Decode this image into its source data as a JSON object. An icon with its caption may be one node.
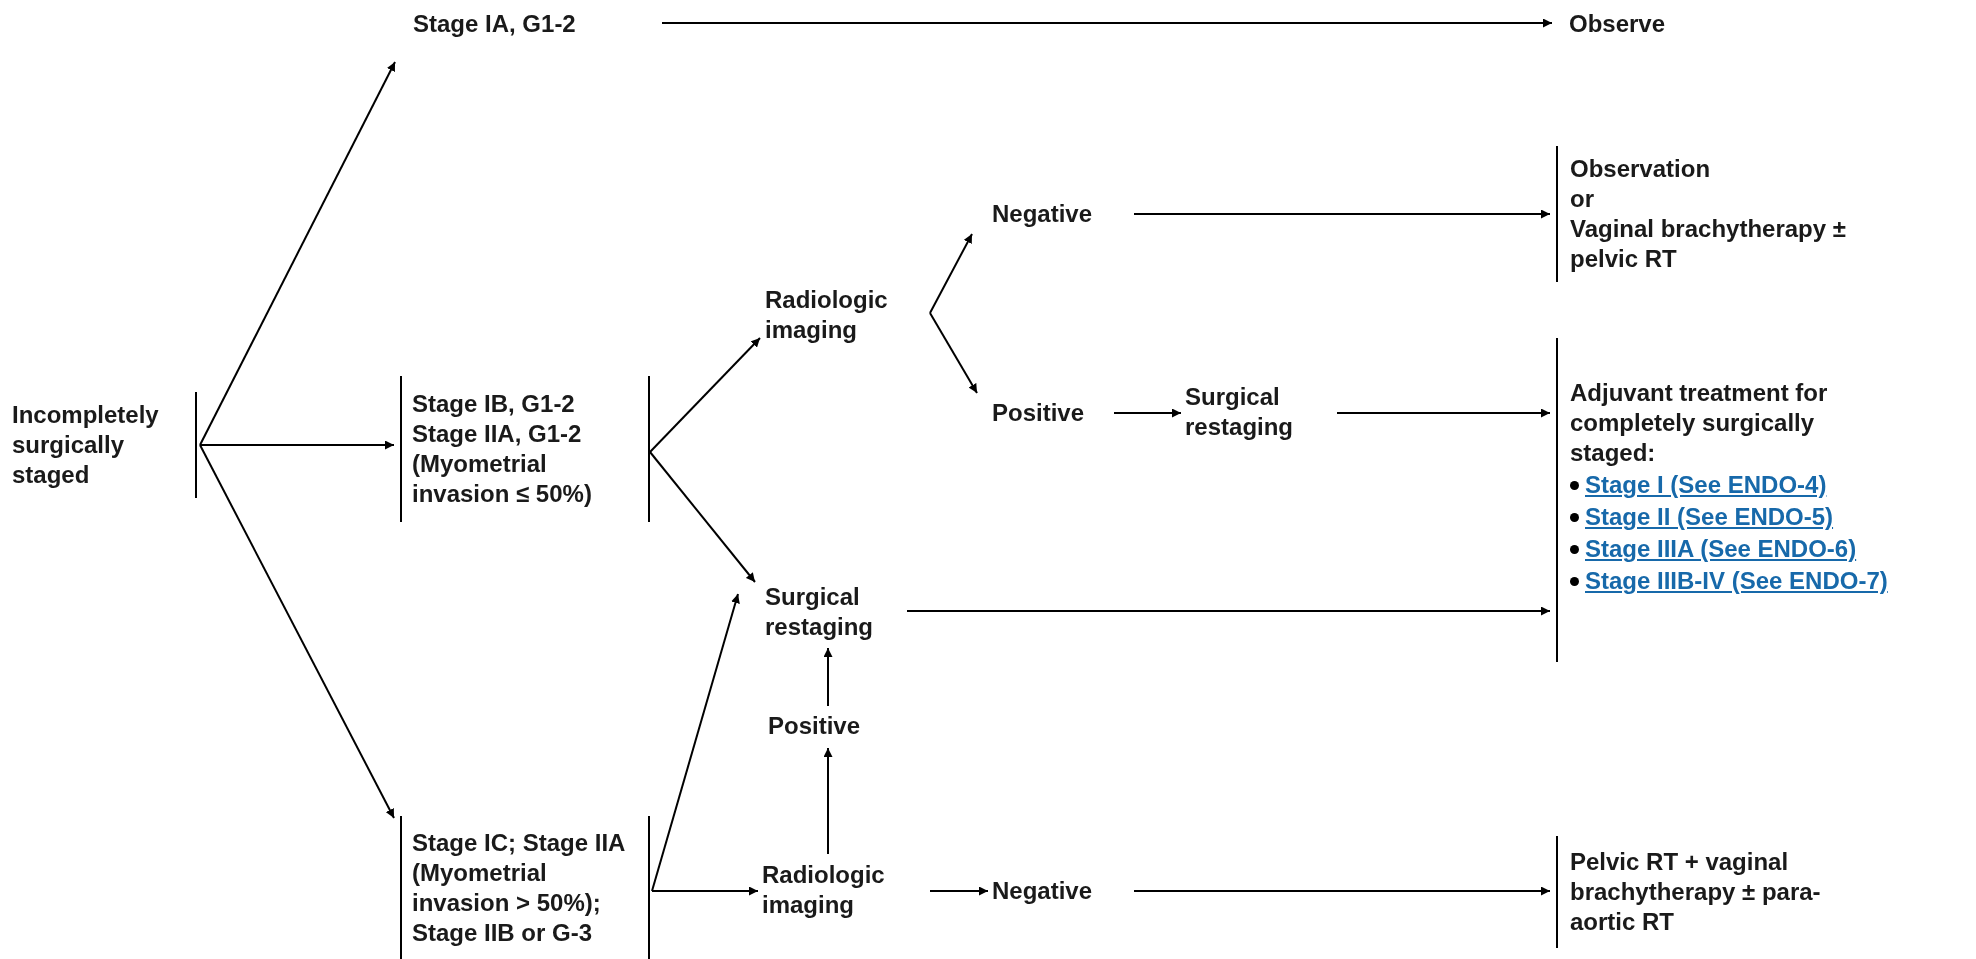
{
  "diagram": {
    "nodes": [
      {
        "text": [
          "Incompletely surgically staged"
        ]
      },
      {
        "text": [
          "Stage IA, G1-2"
        ]
      },
      {
        "text": [
          "Observe"
        ]
      },
      {
        "text": [
          "Stage IB, G1-2",
          "Stage IIA, G1-2",
          "(Myometrial invasion ≤ 50%)"
        ]
      },
      {
        "text": [
          "Stage IC; Stage IIA (Myometrial invasion > 50%); Stage IIB or G-3"
        ]
      },
      {
        "text": [
          "Radiologic imaging"
        ]
      },
      {
        "text": [
          "Negative"
        ]
      },
      {
        "text": [
          "Positive"
        ]
      },
      {
        "text": [
          "Surgical restaging"
        ]
      },
      {
        "text": [
          "Observation",
          "or",
          "Vaginal brachytherapy ± pelvic RT"
        ]
      },
      {
        "text": [
          "Surgical restaging"
        ]
      },
      {
        "text": [
          "Positive"
        ]
      },
      {
        "text": [
          "Radiologic imaging"
        ]
      },
      {
        "text": [
          "Negative"
        ]
      },
      {
        "text": [
          "Adjuvant treatment for completely surgically staged:",
          "Stage I (See ENDO-4)",
          "Stage II (See ENDO-5)",
          "Stage IIIA (See ENDO-6)",
          "Stage IIIB-IV (See ENDO-7)"
        ]
      },
      {
        "text": [
          "Pelvic RT + vaginal brachytherapy ± para-aortic RT"
        ]
      }
    ],
    "edges": [
      {
        "from": 0,
        "to": 1,
        "arrow": "to"
      },
      {
        "from": 0,
        "to": 3,
        "arrow": "to"
      },
      {
        "from": 0,
        "to": 4,
        "arrow": "to"
      },
      {
        "from": 1,
        "to": 2,
        "arrow": "to"
      },
      {
        "from": 3,
        "to": 5,
        "arrow": "to"
      },
      {
        "from": 3,
        "to": 10,
        "arrow": "to"
      },
      {
        "from": 5,
        "to": 6,
        "arrow": "to"
      },
      {
        "from": 5,
        "to": 7,
        "arrow": "to"
      },
      {
        "from": 6,
        "to": 9,
        "arrow": "to"
      },
      {
        "from": 7,
        "to": 8,
        "arrow": "to"
      },
      {
        "from": 8,
        "to": 14,
        "arrow": "to"
      },
      {
        "from": 10,
        "to": 14,
        "arrow": "to"
      },
      {
        "from": 4,
        "to": 10,
        "arrow": "to"
      },
      {
        "from": 4,
        "to": 12,
        "arrow": "to"
      },
      {
        "from": 12,
        "to": 11,
        "arrow": "to"
      },
      {
        "from": 11,
        "to": 10,
        "arrow": "to"
      },
      {
        "from": 12,
        "to": 13,
        "arrow": "to"
      },
      {
        "from": 13,
        "to": 15,
        "arrow": "to"
      }
    ]
  }
}
